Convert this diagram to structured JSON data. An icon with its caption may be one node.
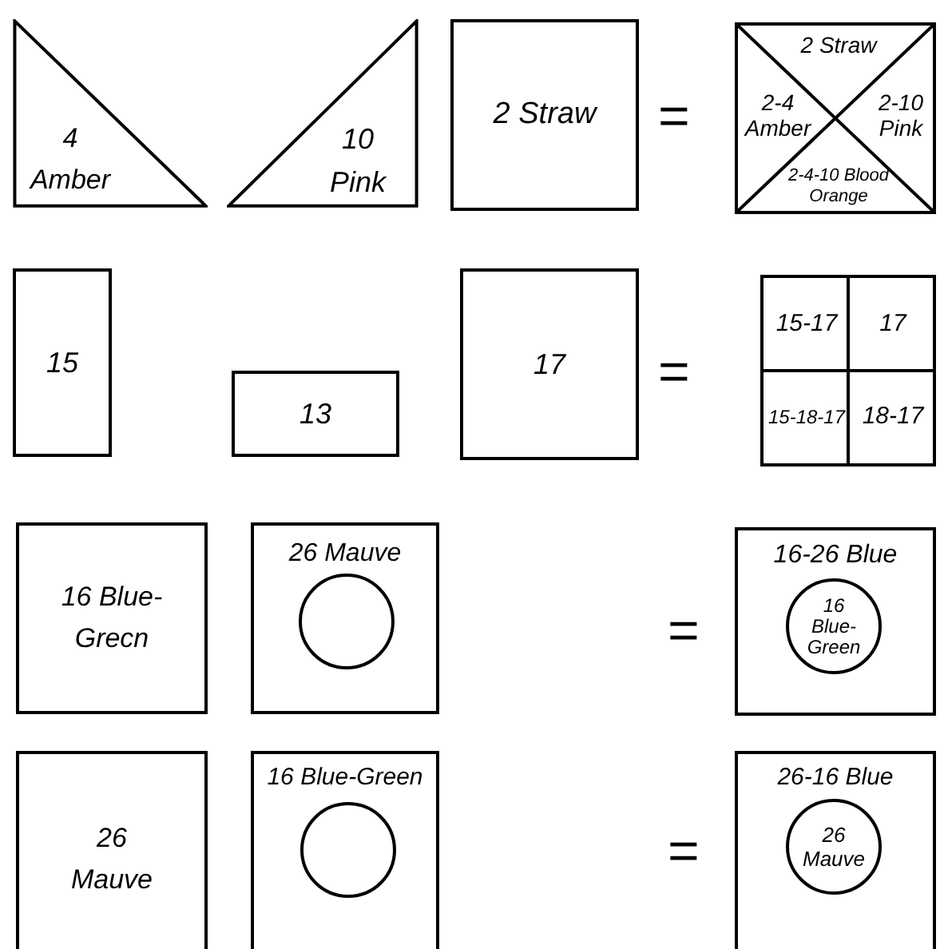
{
  "diagram": {
    "nodes": [
      {
        "text": [
          "4 Amber"
        ]
      },
      {
        "text": [
          "10 Pink"
        ]
      },
      {
        "text": [
          "2 Straw"
        ]
      },
      {
        "text": [],
        "shape": "box"
      },
      {
        "text": [
          "2 Straw"
        ],
        "in": 3
      },
      {
        "text": [
          "2-4 Amber"
        ],
        "in": 3
      },
      {
        "text": [
          "2-10 Pink"
        ],
        "in": 3
      },
      {
        "text": [
          "2-4-10 Blood Orange"
        ],
        "in": 3
      },
      {
        "text": [
          "15"
        ]
      },
      {
        "text": [
          "13"
        ]
      },
      {
        "text": [
          "17"
        ]
      },
      {
        "text": [],
        "shape": "box"
      },
      {
        "text": [
          "15-17"
        ],
        "in": 11
      },
      {
        "text": [
          "17"
        ],
        "in": 11
      },
      {
        "text": [
          "15-18-17"
        ],
        "in": 11
      },
      {
        "text": [
          "18-17"
        ],
        "in": 11
      },
      {
        "text": [
          "16 Blue-Grecn"
        ]
      },
      {
        "text": [
          "26 Mauve"
        ]
      },
      {
        "text": [],
        "shape": "circle",
        "in": 17
      },
      {
        "text": [
          "16-26 Blue"
        ]
      },
      {
        "text": [
          "16 Blue-Green"
        ],
        "in": 19
      },
      {
        "text": [
          "26 Mauve"
        ]
      },
      {
        "text": [
          "16 Blue-Green"
        ]
      },
      {
        "text": [],
        "shape": "circle",
        "in": 22
      },
      {
        "text": [
          "26-16 Blue"
        ]
      },
      {
        "text": [
          "26 Mauve"
        ],
        "in": 24
      }
    ],
    "labels": [
      "=",
      "=",
      "=",
      "="
    ]
  }
}
